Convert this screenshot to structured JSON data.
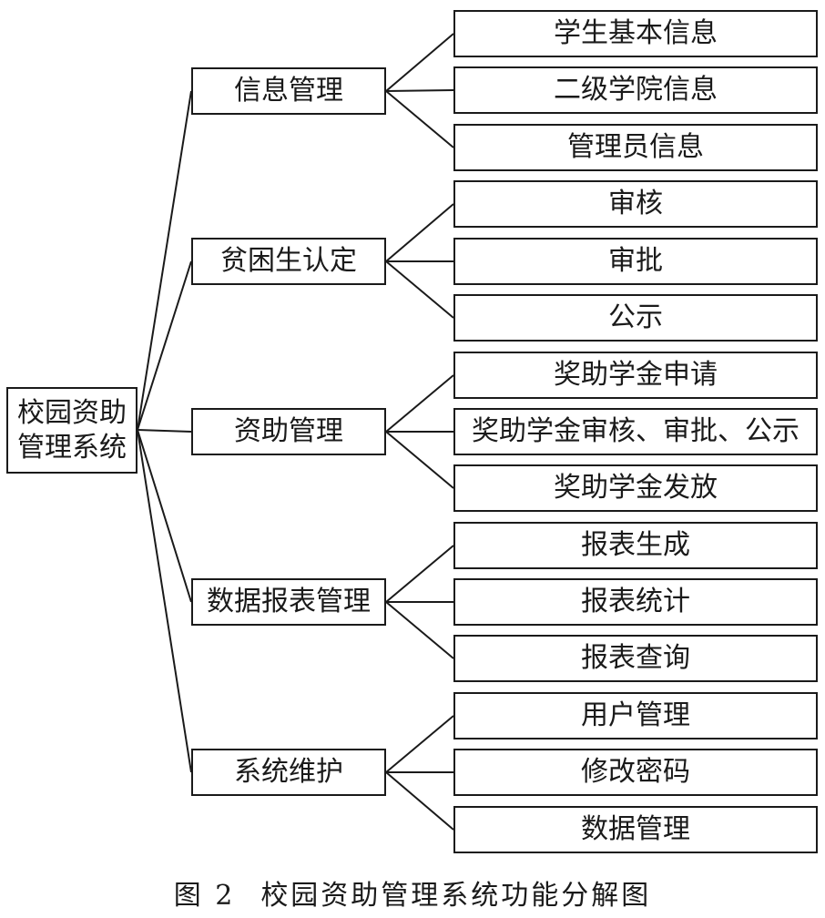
{
  "diagram": {
    "root": {
      "label": "校园资助管理系统"
    },
    "modules": [
      {
        "label": "信息管理",
        "children": [
          "学生基本信息",
          "二级学院信息",
          "管理员信息"
        ]
      },
      {
        "label": "贫困生认定",
        "children": [
          "审核",
          "审批",
          "公示"
        ]
      },
      {
        "label": "资助管理",
        "children": [
          "奖助学金申请",
          "奖助学金审核、审批、公示",
          "奖助学金发放"
        ]
      },
      {
        "label": "数据报表管理",
        "children": [
          "报表生成",
          "报表统计",
          "报表查询"
        ]
      },
      {
        "label": "系统维护",
        "children": [
          "用户管理",
          "修改密码",
          "数据管理"
        ]
      }
    ]
  },
  "caption": {
    "figure_number": "图 2",
    "text": "校园资助管理系统功能分解图"
  },
  "colors": {
    "line": "#1a1a1a",
    "background": "#ffffff"
  }
}
